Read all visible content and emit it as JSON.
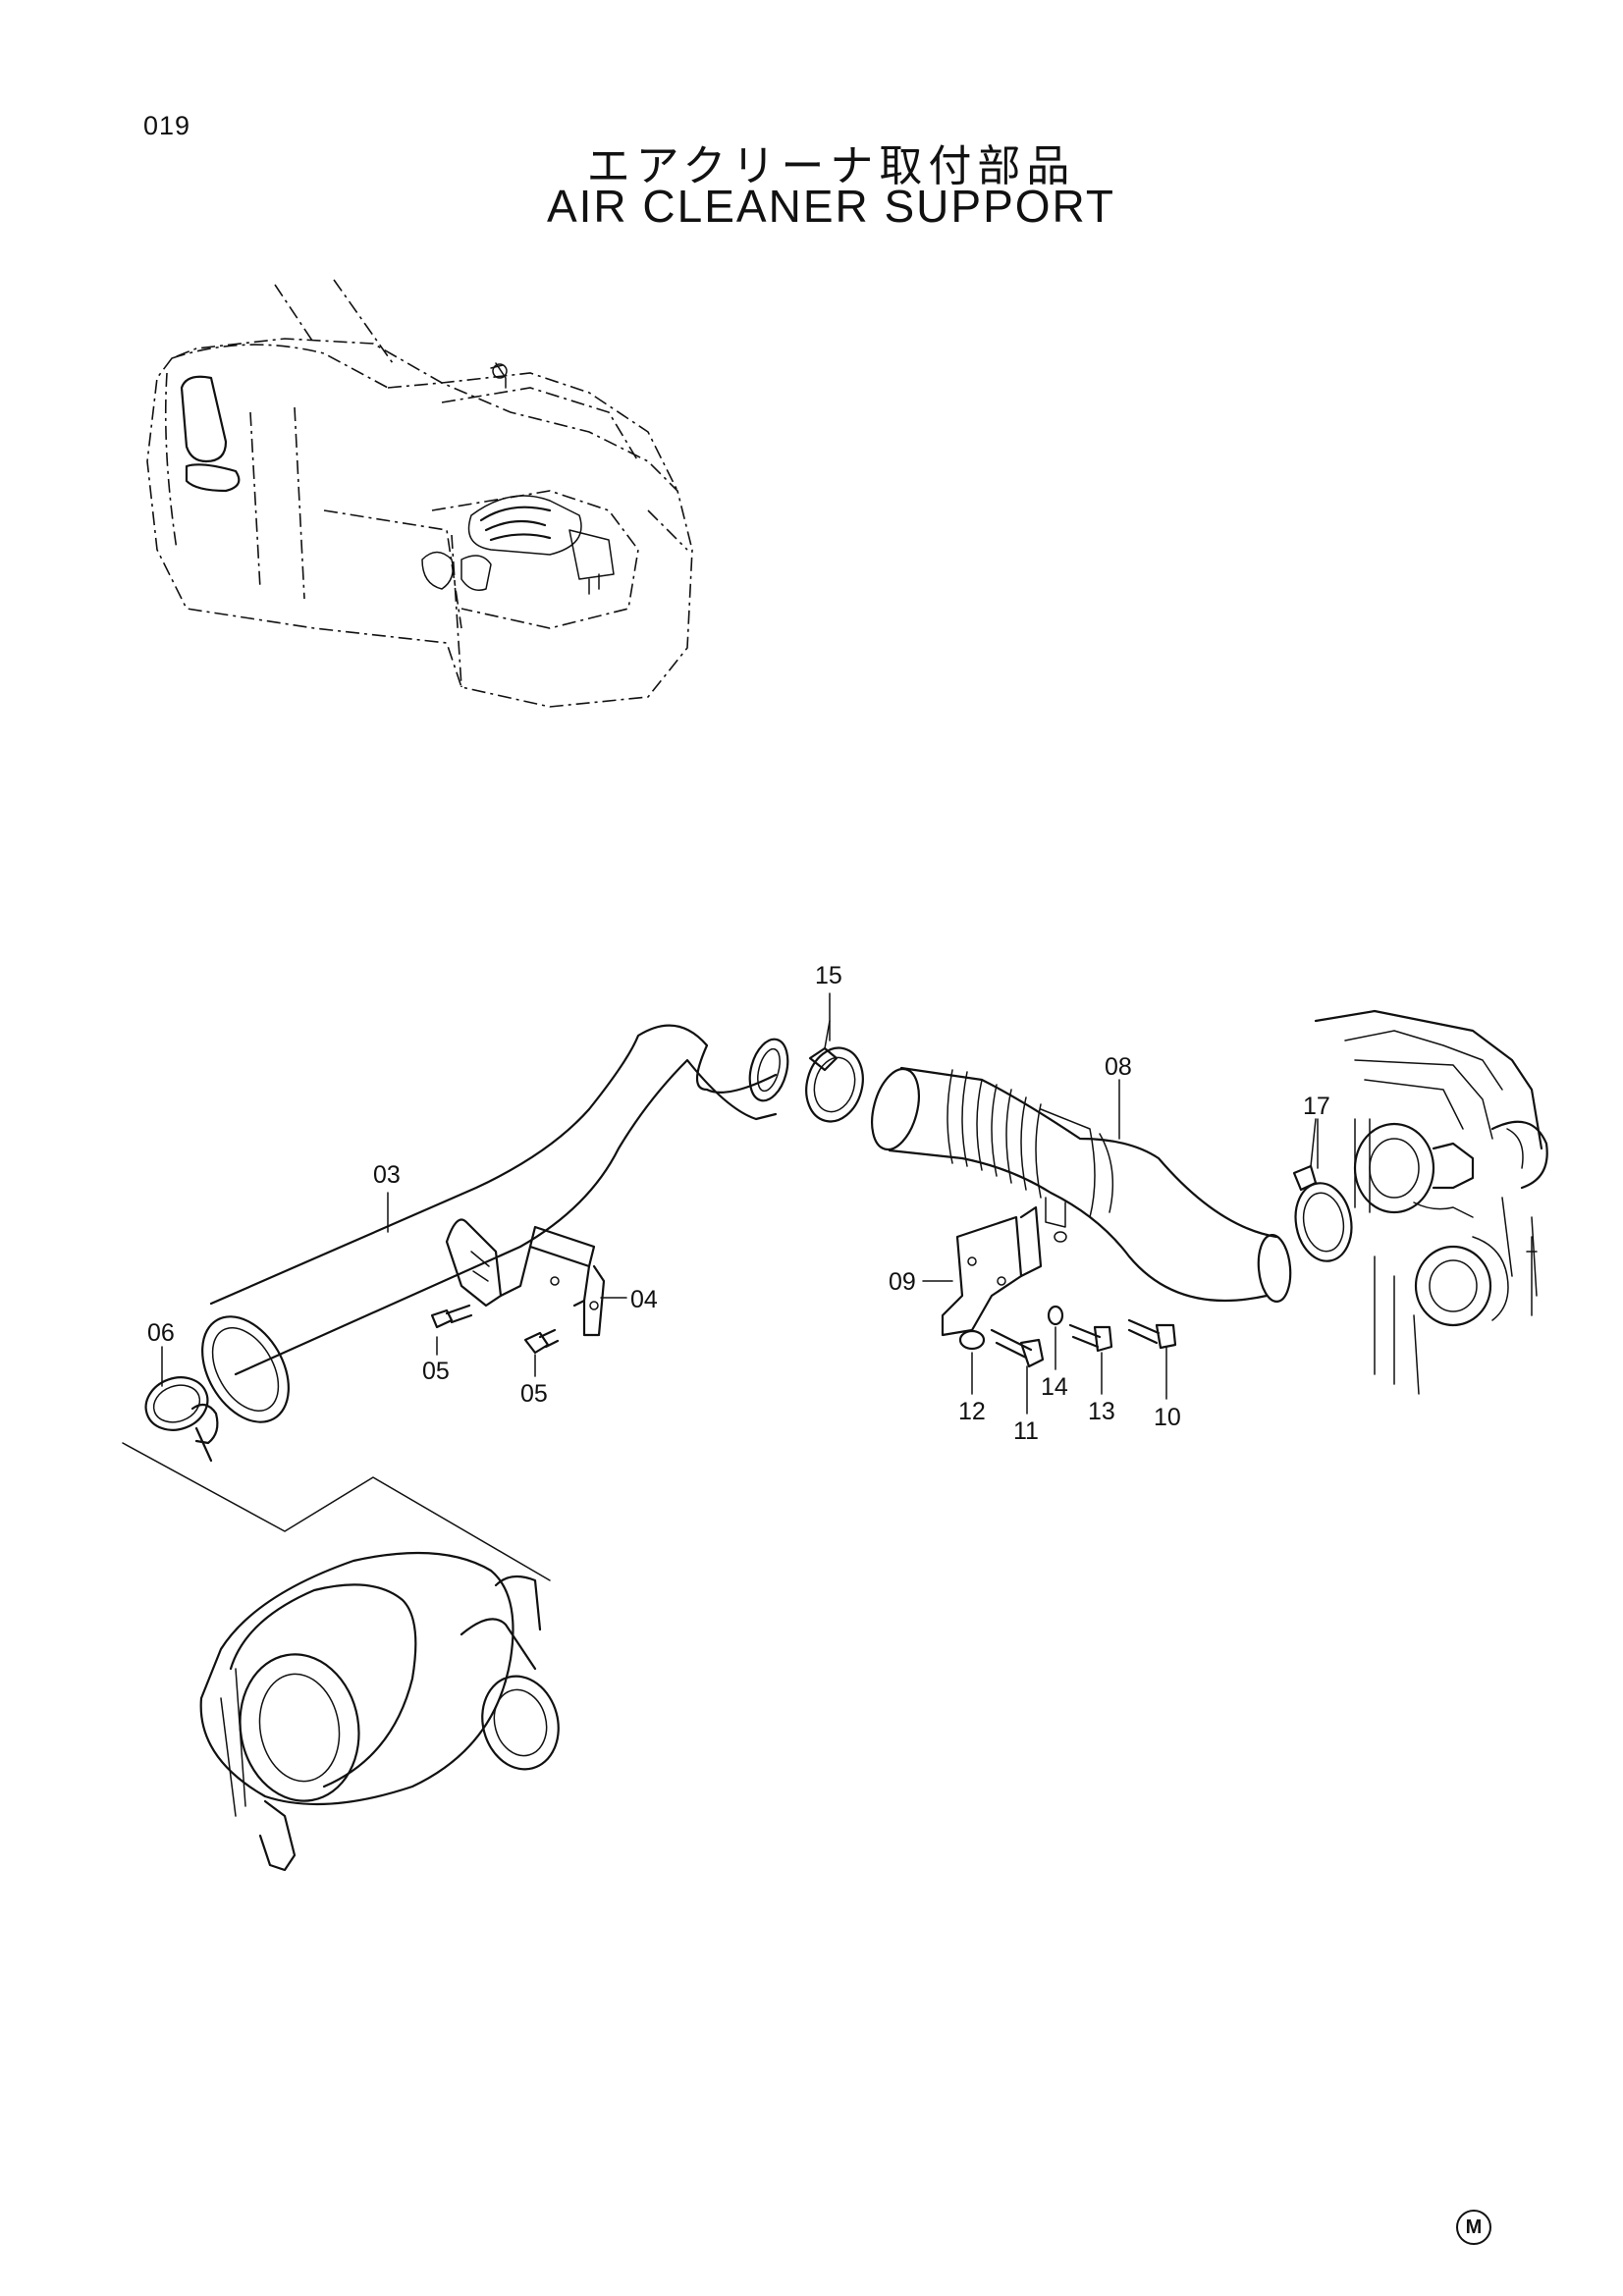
{
  "header": {
    "page_number": "019",
    "title_jp": "エアクリーナ取付部品",
    "title_en": "AIR CLEANER SUPPORT"
  },
  "callouts": {
    "c03": "03",
    "c04": "04",
    "c05a": "05",
    "c05b": "05",
    "c06": "06",
    "c08": "08",
    "c09": "09",
    "c10": "10",
    "c11": "11",
    "c12": "12",
    "c13": "13",
    "c14": "14",
    "c15": "15",
    "c17": "17"
  },
  "footer": {
    "mark": "M"
  }
}
